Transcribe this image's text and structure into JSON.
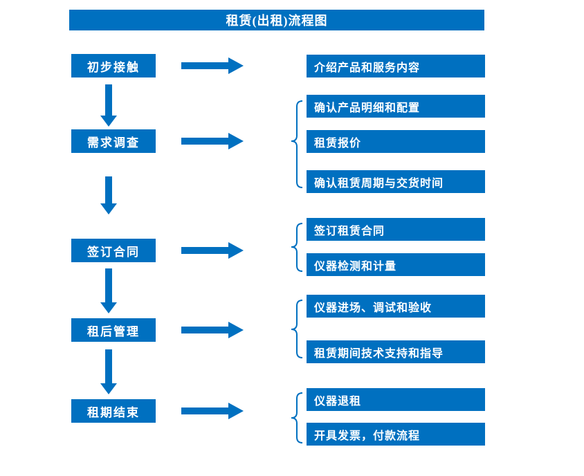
{
  "title": "租赁(出租)流程图",
  "colors": {
    "primary": "#0070C0",
    "box_text": "#FFFFFF",
    "page_background": "#FFFFFF"
  },
  "stages": [
    {
      "label": "初步接触",
      "outputs": [
        "介绍产品和服务内容"
      ]
    },
    {
      "label": "需求调查",
      "outputs": [
        "确认产品明细和配置",
        "租赁报价",
        "确认租赁周期与交货时间"
      ]
    },
    {
      "label": "签订合同",
      "outputs": [
        "签订租赁合同",
        "仪器检测和计量"
      ]
    },
    {
      "label": "租后管理",
      "outputs": [
        "仪器进场、调试和验收",
        "租赁期间技术支持和指导"
      ]
    },
    {
      "label": "租期结束",
      "outputs": [
        "仪器退租",
        "开具发票，付款流程"
      ]
    }
  ]
}
